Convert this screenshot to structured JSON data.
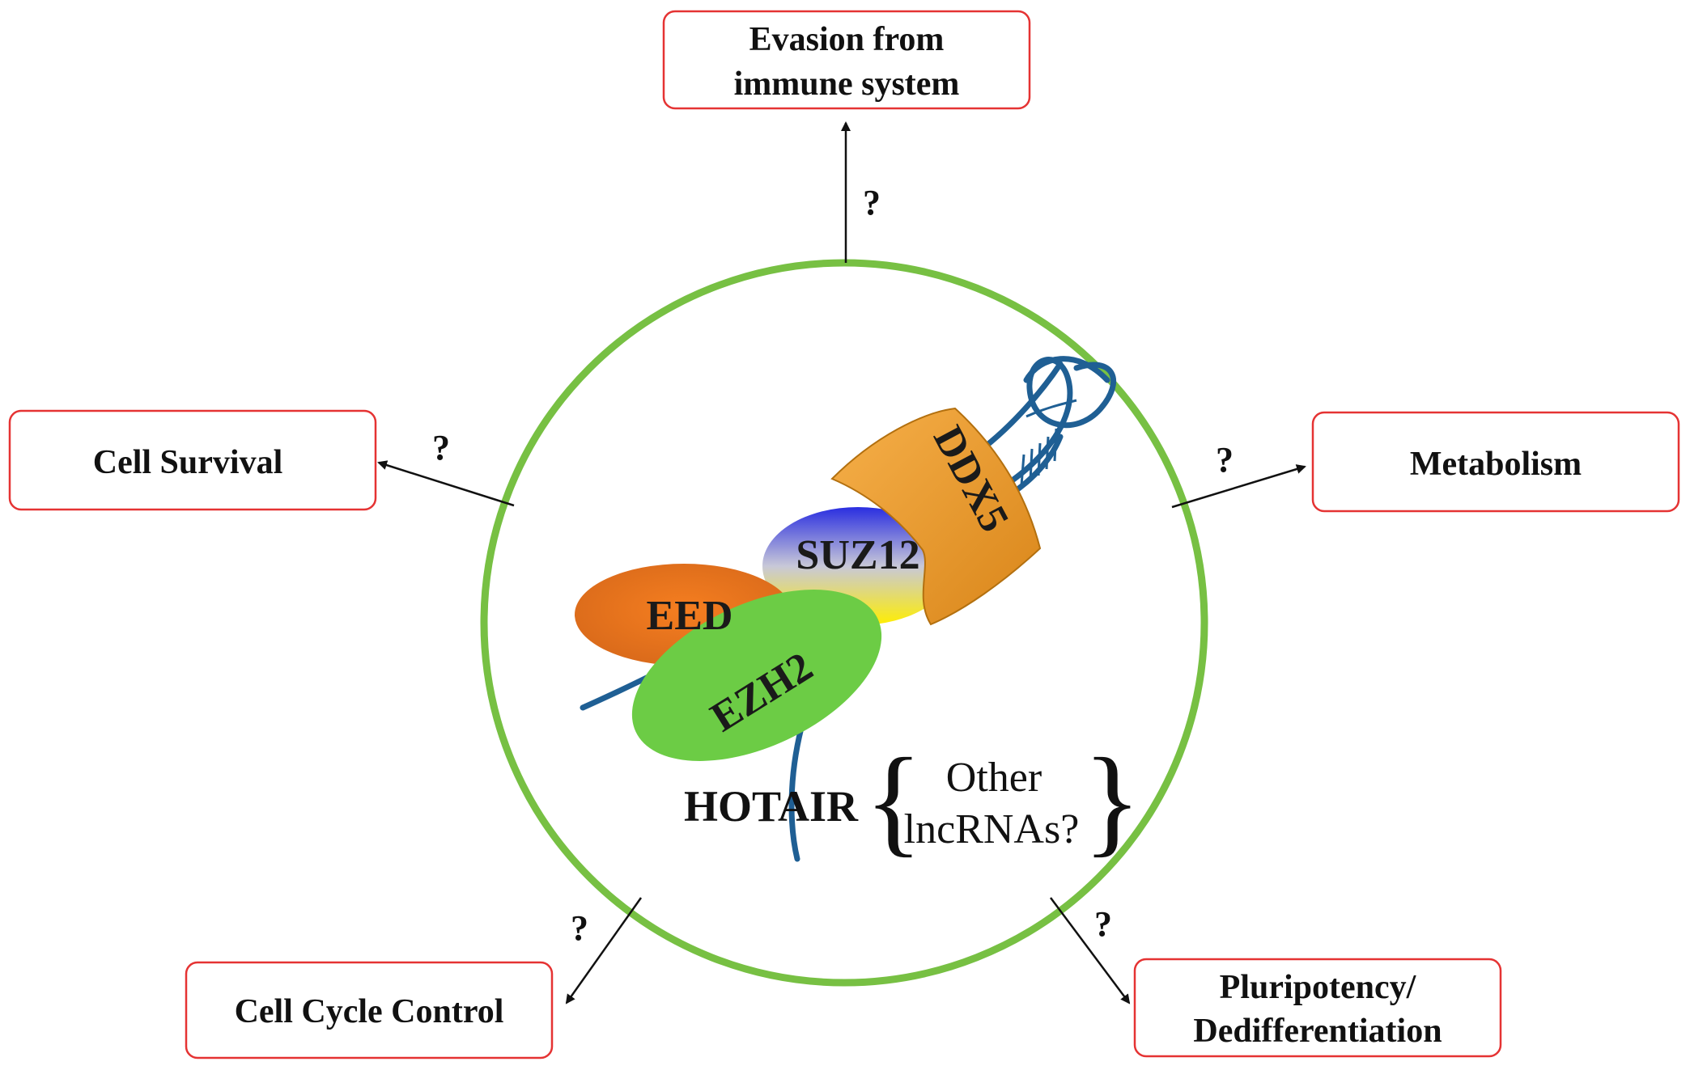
{
  "outcomes": {
    "immune": {
      "line1": "Evasion from",
      "line2": "immune system",
      "query": "?"
    },
    "survival": {
      "label": "Cell Survival",
      "query": "?"
    },
    "metabolism": {
      "label": "Metabolism",
      "query": "?"
    },
    "cell_cycle": {
      "label": "Cell Cycle Control",
      "query": "?"
    },
    "pluripotency": {
      "line1": "Pluripotency/",
      "line2": "Dedifferentiation",
      "query": "?"
    }
  },
  "complex": {
    "ddx5": "DDX5",
    "suz12": "SUZ12",
    "eed": "EED",
    "ezh2": "EZH2",
    "hotair": "HOTAIR",
    "other_line1": "Other",
    "other_line2": "lncRNAs?"
  },
  "colors": {
    "cell_border": "#77c043",
    "box_border": "#e53333",
    "rna_strand": "#1f5f94",
    "ddx5_fill": "#f1a035",
    "eed_fill": "#ef7a22",
    "ezh2_fill": "#6ccc45"
  }
}
